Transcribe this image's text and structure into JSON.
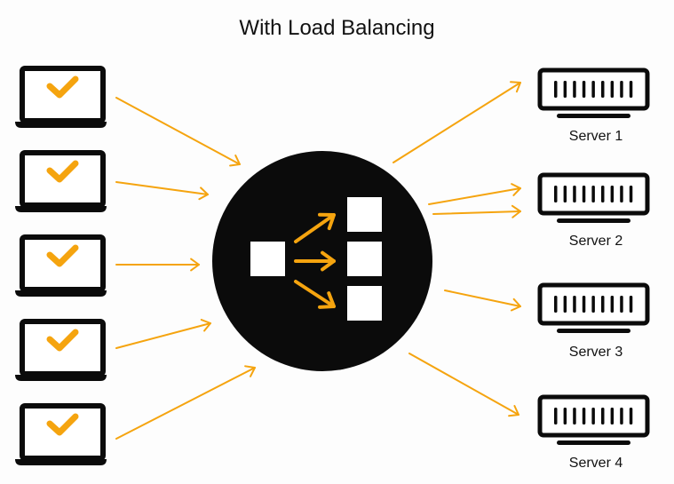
{
  "title": "With Load Balancing",
  "colors": {
    "accent": "#f5a40f",
    "ink": "#0b0b0b",
    "background": "#fdfdfd",
    "white": "#ffffff"
  },
  "clients": [
    {
      "icon": "laptop-check-icon",
      "status": "ok"
    },
    {
      "icon": "laptop-check-icon",
      "status": "ok"
    },
    {
      "icon": "laptop-check-icon",
      "status": "ok"
    },
    {
      "icon": "laptop-check-icon",
      "status": "ok"
    },
    {
      "icon": "laptop-check-icon",
      "status": "ok"
    }
  ],
  "load_balancer": {
    "icon": "load-balancer-icon",
    "inputs": 1,
    "outputs": 3
  },
  "servers": [
    {
      "label": "Server 1",
      "incoming_arrows": 1
    },
    {
      "label": "Server 2",
      "incoming_arrows": 2
    },
    {
      "label": "Server 3",
      "incoming_arrows": 1
    },
    {
      "label": "Server 4",
      "incoming_arrows": 1
    }
  ]
}
